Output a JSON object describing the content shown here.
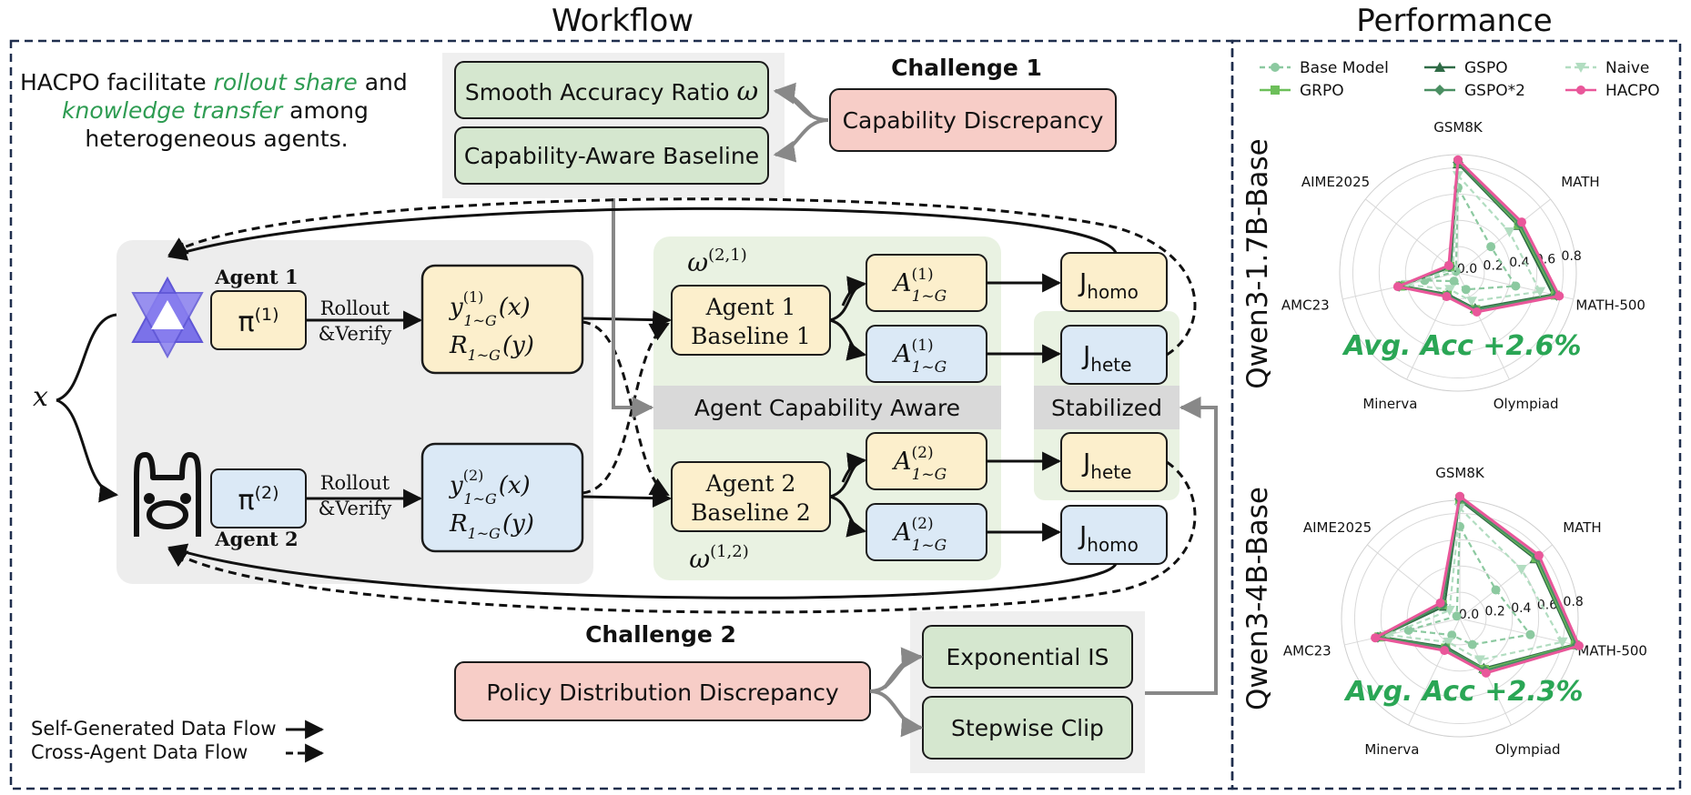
{
  "workflow": {
    "title": "Workflow",
    "intro": {
      "line1_prefix": "HACPO facilitate ",
      "line1_em": "rollout share",
      "line1_suffix": " and",
      "line2_em": "knowledge transfer",
      "line2_suffix": " among",
      "line3": "heterogeneous agents."
    },
    "challenge1": {
      "heading": "Challenge 1",
      "solution1": "Smooth Accuracy Ratio",
      "solution1_symbol": "ω",
      "solution2": "Capability-Aware Baseline",
      "problem": "Capability Discrepancy"
    },
    "challenge2": {
      "heading": "Challenge 2",
      "problem": "Policy Distribution Discrepancy",
      "solution1": "Exponential IS",
      "solution2": "Stepwise Clip"
    },
    "input": "x",
    "agent1": {
      "label": "Agent 1",
      "policy": "π",
      "policy_sup": "(1)",
      "rollout_line1": "Rollout",
      "rollout_line2": "&Verify",
      "out_y": "y",
      "out_y_sup": "(1)",
      "out_y_sub": "1~G",
      "out_y_arg": "(x)",
      "out_r": "R",
      "out_r_sub": "1~G",
      "out_r_arg": "(y)",
      "baseline_line1": "Agent 1",
      "baseline_line2": "Baseline 1",
      "omega": "ω",
      "omega_sup": "(2,1)"
    },
    "agent2": {
      "label": "Agent 2",
      "policy": "π",
      "policy_sup": "(2)",
      "rollout_line1": "Rollout",
      "rollout_line2": "&Verify",
      "out_y": "y",
      "out_y_sup": "(2)",
      "out_y_sub": "1~G",
      "out_y_arg": "(x)",
      "out_r": "R",
      "out_r_sub": "1~G",
      "out_r_arg": "(y)",
      "baseline_line1": "Agent 2",
      "baseline_line2": "Baseline 2",
      "omega": "ω",
      "omega_sup": "(1,2)"
    },
    "advantage": {
      "symbol": "A",
      "sub": "1~G",
      "sup1": "(1)",
      "sup2": "(2)"
    },
    "objectives": {
      "J": "J",
      "homo": "homo",
      "hete": "hete"
    },
    "bands": {
      "capability_aware": "Agent Capability Aware",
      "stabilized": "Stabilized"
    },
    "legend": {
      "self_generated": "Self-Generated Data Flow",
      "cross_agent": "Cross-Agent Data Flow"
    }
  },
  "performance": {
    "title": "Performance",
    "legend": [
      "Base Model",
      "GSPO",
      "Naive",
      "GRPO",
      "GSPO*2",
      "HACPO"
    ]
  },
  "chart_data": [
    {
      "type": "radar",
      "model_label": "Qwen3-1.7B-Base",
      "axes": [
        "GSM8K",
        "MATH",
        "MATH-500",
        "Olympiad",
        "Minerva",
        "AMC23",
        "AIME2025"
      ],
      "radial_ticks": [
        "0.0",
        "0.2",
        "0.4",
        "0.6",
        "0.8"
      ],
      "rlim": [
        0,
        0.9
      ],
      "annotation": "Avg. Acc +2.6%",
      "series": [
        {
          "name": "Base Model",
          "color": "#8cc9a0",
          "style": "dashed",
          "marker": "circle",
          "values": [
            0.65,
            0.32,
            0.45,
            0.14,
            0.07,
            0.26,
            0.02
          ]
        },
        {
          "name": "GSPO",
          "color": "#2f6b46",
          "style": "solid",
          "marker": "triangle",
          "values": [
            0.83,
            0.58,
            0.74,
            0.3,
            0.18,
            0.44,
            0.07
          ]
        },
        {
          "name": "Naive",
          "color": "#b2ddc1",
          "style": "dashed",
          "marker": "triangle-down",
          "values": [
            0.74,
            0.5,
            0.64,
            0.24,
            0.14,
            0.4,
            0.05
          ]
        },
        {
          "name": "GRPO",
          "color": "#6dbf5a",
          "style": "solid",
          "marker": "square",
          "values": [
            0.84,
            0.59,
            0.76,
            0.31,
            0.19,
            0.45,
            0.08
          ]
        },
        {
          "name": "GSPO*2",
          "color": "#4a8f62",
          "style": "solid",
          "marker": "diamond",
          "values": [
            0.84,
            0.6,
            0.77,
            0.31,
            0.19,
            0.46,
            0.08
          ]
        },
        {
          "name": "HACPO",
          "color": "#e9579a",
          "style": "solid",
          "marker": "circle",
          "values": [
            0.86,
            0.62,
            0.79,
            0.33,
            0.2,
            0.47,
            0.09
          ]
        }
      ]
    },
    {
      "type": "radar",
      "model_label": "Qwen3-4B-Base",
      "axes": [
        "GSM8K",
        "MATH",
        "MATH-500",
        "Olympiad",
        "Minerva",
        "AMC23",
        "AIME2025"
      ],
      "radial_ticks": [
        "0.0",
        "0.2",
        "0.4",
        "0.6",
        "0.8"
      ],
      "rlim": [
        0,
        0.9
      ],
      "annotation": "Avg. Acc +2.3%",
      "series": [
        {
          "name": "Base Model",
          "color": "#8cc9a0",
          "style": "dashed",
          "marker": "circle",
          "values": [
            0.7,
            0.35,
            0.55,
            0.22,
            0.14,
            0.4,
            0.03
          ]
        },
        {
          "name": "GSPO",
          "color": "#2f6b46",
          "style": "solid",
          "marker": "triangle",
          "values": [
            0.9,
            0.73,
            0.89,
            0.42,
            0.24,
            0.62,
            0.15
          ]
        },
        {
          "name": "Naive",
          "color": "#b2ddc1",
          "style": "dashed",
          "marker": "triangle-down",
          "values": [
            0.84,
            0.6,
            0.8,
            0.35,
            0.2,
            0.56,
            0.1
          ]
        },
        {
          "name": "GRPO",
          "color": "#6dbf5a",
          "style": "solid",
          "marker": "square",
          "values": [
            0.91,
            0.74,
            0.9,
            0.43,
            0.25,
            0.63,
            0.17
          ]
        },
        {
          "name": "GSPO*2",
          "color": "#4a8f62",
          "style": "solid",
          "marker": "diamond",
          "values": [
            0.91,
            0.75,
            0.91,
            0.44,
            0.25,
            0.64,
            0.17
          ]
        },
        {
          "name": "HACPO",
          "color": "#e9579a",
          "style": "solid",
          "marker": "circle",
          "values": [
            0.93,
            0.77,
            0.93,
            0.46,
            0.27,
            0.66,
            0.19
          ]
        }
      ]
    }
  ]
}
